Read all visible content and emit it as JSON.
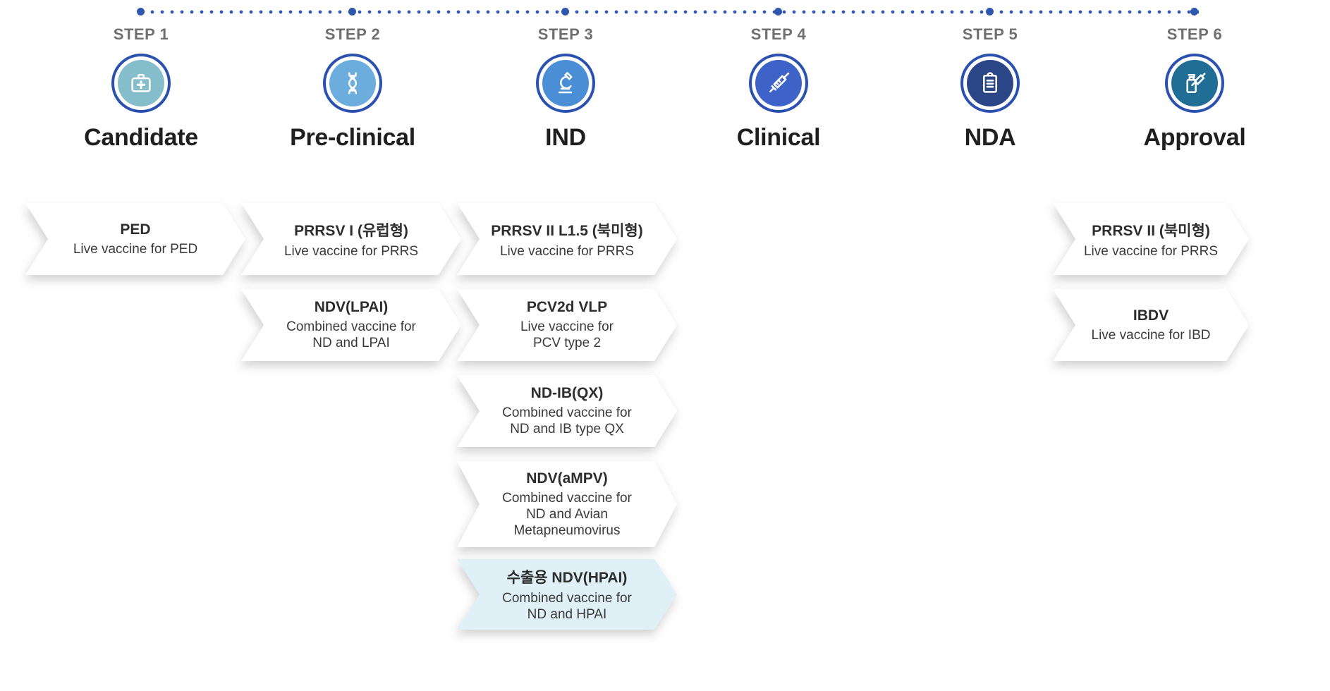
{
  "pipeline": {
    "steps": [
      {
        "step_label": "STEP 1",
        "name": "Candidate",
        "icon": "first-aid-kit-icon",
        "circle_color": "#85bdca"
      },
      {
        "step_label": "STEP 2",
        "name": "Pre-clinical",
        "icon": "dna-icon",
        "circle_color": "#6cadde"
      },
      {
        "step_label": "STEP 3",
        "name": "IND",
        "icon": "microscope-icon",
        "circle_color": "#4a8ed6"
      },
      {
        "step_label": "STEP 4",
        "name": "Clinical",
        "icon": "syringe-icon",
        "circle_color": "#3d63c8"
      },
      {
        "step_label": "STEP 5",
        "name": "NDA",
        "icon": "clipboard-icon",
        "circle_color": "#2b4687"
      },
      {
        "step_label": "STEP 6",
        "name": "Approval",
        "icon": "vaccine-bottle-icon",
        "circle_color": "#206e96"
      }
    ],
    "items": [
      {
        "title": "PED",
        "subtitle": "Live vaccine for PED",
        "stage": "Candidate",
        "highlighted": false
      },
      {
        "title": "PRRSV I (유럽형)",
        "subtitle": "Live vaccine for PRRS",
        "stage": "Pre-clinical",
        "highlighted": false
      },
      {
        "title": "PRRSV II L1.5 (북미형)",
        "subtitle": "Live vaccine for PRRS",
        "stage": "IND",
        "highlighted": false
      },
      {
        "title": "PRRSV II (북미형)",
        "subtitle": "Live vaccine for PRRS",
        "stage": "Approval",
        "highlighted": false
      },
      {
        "title": "NDV(LPAI)",
        "subtitle": "Combined vaccine for ND and LPAI",
        "stage": "Pre-clinical",
        "highlighted": false
      },
      {
        "title": "PCV2d VLP",
        "subtitle": "Live vaccine for PCV type 2",
        "stage": "IND",
        "highlighted": false
      },
      {
        "title": "IBDV",
        "subtitle": "Live vaccine for IBD",
        "stage": "Approval",
        "highlighted": false
      },
      {
        "title": "ND-IB(QX)",
        "subtitle": "Combined vaccine for ND and IB type QX",
        "stage": "IND",
        "highlighted": false
      },
      {
        "title": "NDV(aMPV)",
        "subtitle": "Combined vaccine for ND and Avian Metapneumovirus",
        "stage": "IND",
        "highlighted": false
      },
      {
        "title": "수출용 NDV(HPAI)",
        "subtitle": "Combined vaccine for ND and HPAI",
        "stage": "IND",
        "highlighted": true
      }
    ],
    "colors": {
      "ring_blue": "#2b51b0",
      "dot_line_blue": "#2e57ae",
      "step_label_gray": "#6f6f6f",
      "highlight_item_bg": "#e0f0f7",
      "item_bg": "#ffffff"
    }
  }
}
